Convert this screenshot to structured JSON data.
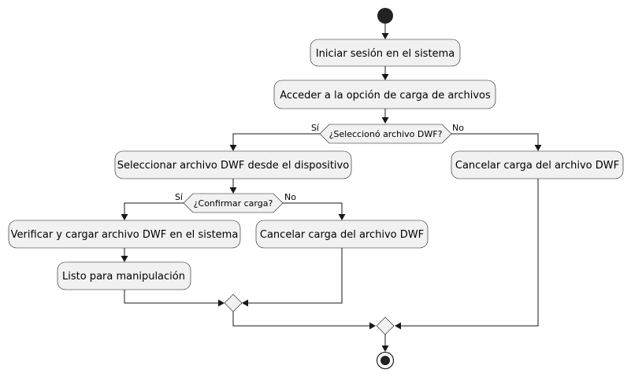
{
  "activities": {
    "login": "Iniciar sesión en el sistema",
    "access_upload": "Acceder a la opción de carga de archivos",
    "select_file": "Seleccionar archivo DWF desde el dispositivo",
    "cancel_outer": "Cancelar carga del archivo DWF",
    "verify_load": "Verificar y cargar archivo DWF en el sistema",
    "cancel_inner": "Cancelar carga del archivo DWF",
    "ready": "Listo para manipulación"
  },
  "decisions": {
    "selected_dwf": {
      "question": "¿Seleccionó archivo DWF?",
      "yes_label": "Sí",
      "no_label": "No"
    },
    "confirm_upload": {
      "question": "¿Confirmar carga?",
      "yes_label": "Sí",
      "no_label": "No"
    }
  }
}
